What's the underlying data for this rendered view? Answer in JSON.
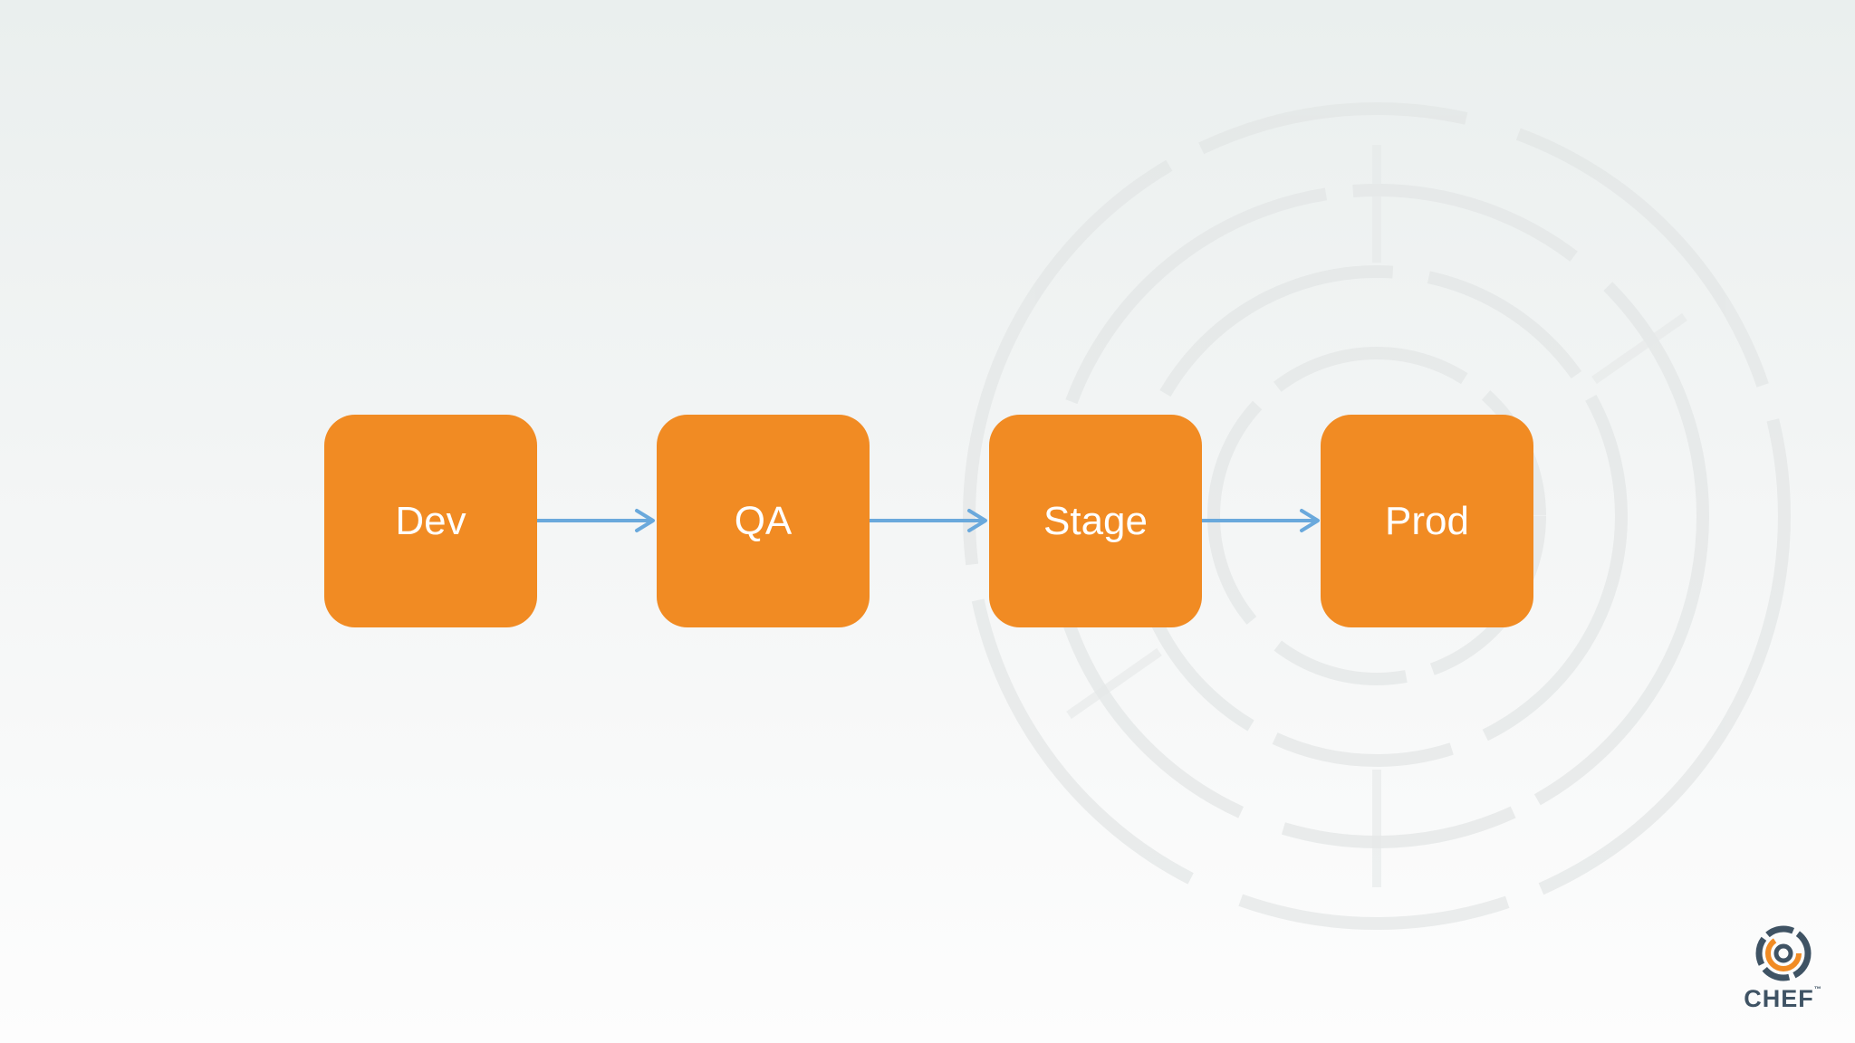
{
  "diagram": {
    "stages": [
      {
        "label": "Dev"
      },
      {
        "label": "QA"
      },
      {
        "label": "Stage"
      },
      {
        "label": "Prod"
      }
    ],
    "box_color": "#f18b23",
    "arrow_color": "#6aa9dc",
    "text_color": "#ffffff"
  },
  "logo": {
    "text": "CHEF",
    "trademark": "™",
    "icon": "chef-logo-icon",
    "text_color": "#3f5364",
    "ring_color": "#3f5364",
    "accent_color": "#f18b23"
  },
  "background": {
    "watermark_icon": "chef-concentric-watermark-icon"
  }
}
